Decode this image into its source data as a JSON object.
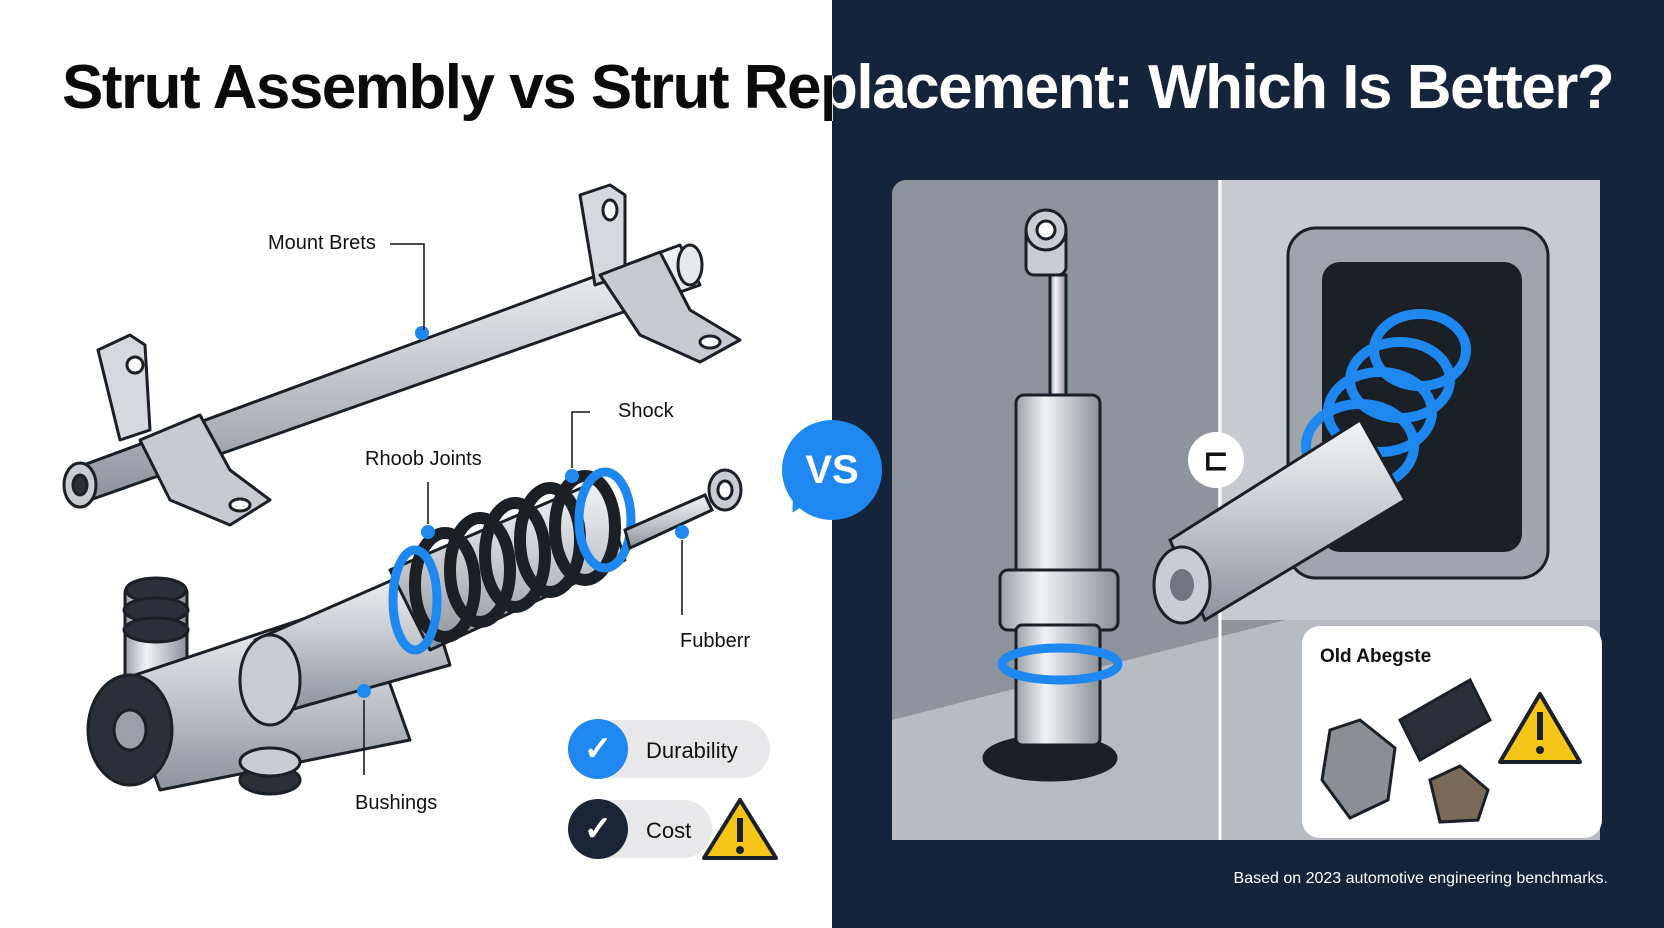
{
  "title": "Strut Assembly vs Strut Replacement: Which Is Better?",
  "vs_badge": "VS",
  "labels": {
    "mount_brets": "Mount Brets",
    "shock": "Shock",
    "rhoob_joints": "Rhoob Joints",
    "fubberr": "Fubberr",
    "bushings": "Bushings"
  },
  "pills": [
    {
      "label": "Durability",
      "check_color": "#1e88f0",
      "icon": "check-icon"
    },
    {
      "label": "Cost",
      "check_color": "#1a2537",
      "icon": "check-icon",
      "warning": "warning-icon"
    }
  ],
  "c_badge": "⊏",
  "old_card": {
    "label": "Old Abegste",
    "icon": "warning-icon"
  },
  "footnote": "Based on 2023 automotive engineering benchmarks.",
  "colors": {
    "accent_blue": "#1e88f0",
    "dark_navy": "#14243a",
    "warning_yellow": "#f5c518"
  }
}
